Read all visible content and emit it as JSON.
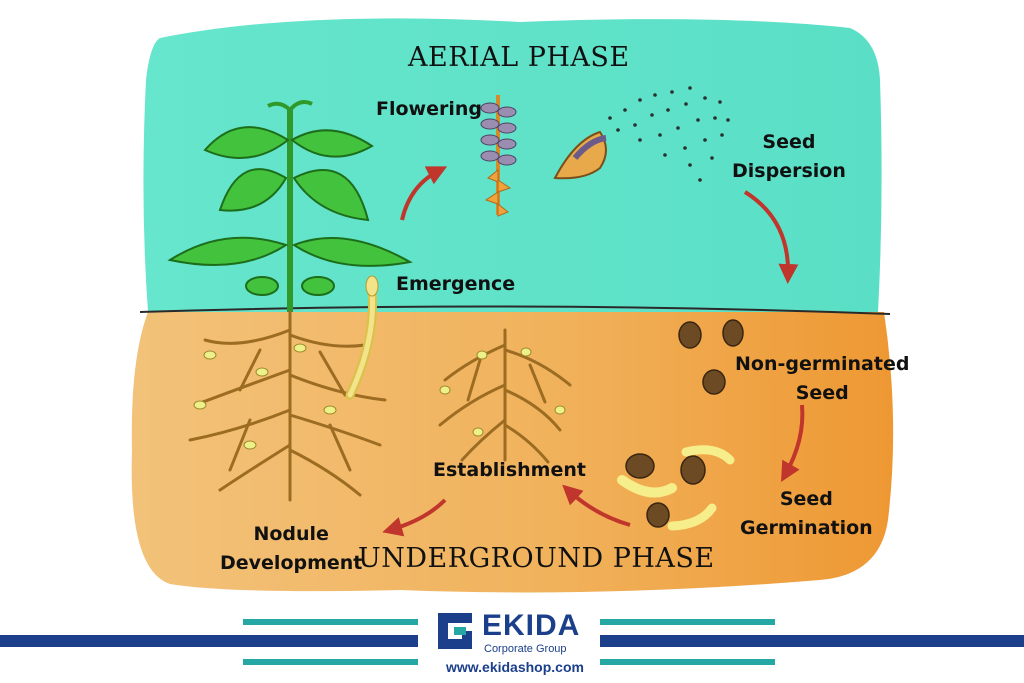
{
  "phases": {
    "aerial": "AERIAL PHASE",
    "underground": "UNDERGROUND PHASE"
  },
  "stages": {
    "flowering": "Flowering",
    "seed_dispersion": [
      "Seed",
      "Dispersion"
    ],
    "emergence": "Emergence",
    "non_germinated_seed": [
      "Non-germinated",
      "Seed"
    ],
    "seed_germination": [
      "Seed",
      "Germination"
    ],
    "establishment": "Establishment",
    "nodule_development": [
      "Nodule",
      "Development"
    ]
  },
  "brand": {
    "name": "EKIDA",
    "tagline": "Corporate Group",
    "url": "www.ekidashop.com"
  },
  "colors": {
    "sky": "#5fe3c4",
    "soil": "#f0a94a",
    "arrow": "#c0362c",
    "leaf": "#3fbf3a",
    "root": "#a3742a",
    "brand_navy": "#1b3f8b",
    "brand_teal": "#25a8a3"
  }
}
